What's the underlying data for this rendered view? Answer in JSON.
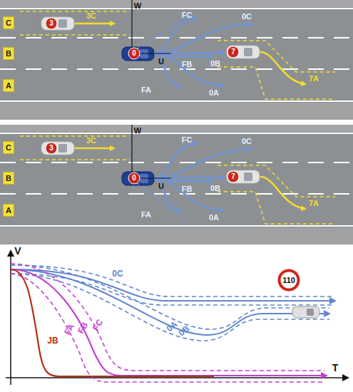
{
  "diagram": {
    "nodes": [
      {
        "text": [
          "C"
        ]
      },
      {
        "text": [
          "3"
        ]
      },
      {
        "text": [
          "B"
        ]
      },
      {
        "text": [
          "0"
        ]
      },
      {
        "text": [
          "7"
        ]
      },
      {
        "text": [
          "A"
        ]
      },
      {
        "text": [
          "C"
        ]
      },
      {
        "text": [
          "3"
        ]
      },
      {
        "text": [
          "B"
        ]
      },
      {
        "text": [
          "0"
        ]
      },
      {
        "text": [
          "7"
        ]
      },
      {
        "text": [
          "A"
        ]
      },
      {
        "text": [
          "110"
        ]
      }
    ],
    "labels": [
      "W",
      "FC",
      "0C",
      "3C",
      "U",
      "FB",
      "0B",
      "7A",
      "FA",
      "0A",
      "W",
      "FC",
      "0C",
      "3C",
      "U",
      "FB",
      "0B",
      "7A",
      "FA",
      "0A",
      "V",
      "0C",
      "FA",
      "FB",
      "FC",
      "0A",
      "0B",
      "JB",
      "T"
    ]
  }
}
